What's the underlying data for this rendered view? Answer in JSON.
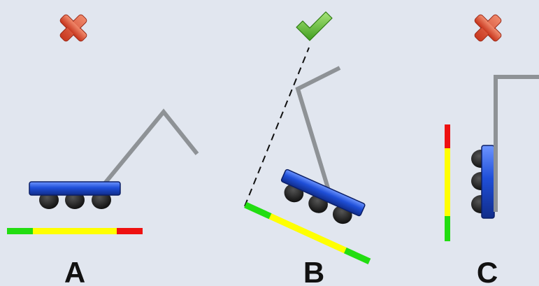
{
  "colors": {
    "background": "#e1e6ef",
    "handle": "#8e9296",
    "deck": "#1f4fd8",
    "deck_highlight": "#5c86ff",
    "wheel": "#1a1a1a",
    "bar_green": "#22dd11",
    "bar_yellow": "#ffff00",
    "bar_red": "#ee1111",
    "cross": "#e0533d",
    "check": "#6cc23a"
  },
  "panels": [
    {
      "id": "A",
      "label": "A",
      "status_icon": "cross-icon",
      "verdict": "incorrect"
    },
    {
      "id": "B",
      "label": "B",
      "status_icon": "check-icon",
      "verdict": "correct"
    },
    {
      "id": "C",
      "label": "C",
      "status_icon": "cross-icon",
      "verdict": "incorrect"
    }
  ]
}
